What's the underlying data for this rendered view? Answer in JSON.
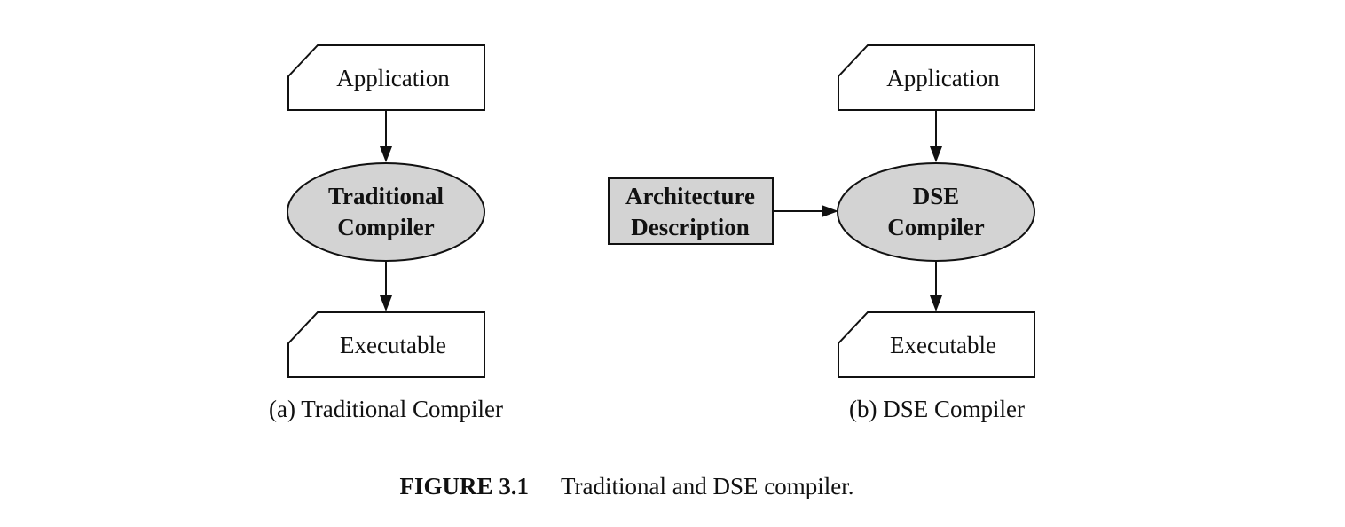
{
  "left_panel": {
    "input_doc": "Application",
    "compiler_line1": "Traditional",
    "compiler_line2": "Compiler",
    "output_doc": "Executable",
    "subcaption": "(a) Traditional Compiler"
  },
  "right_panel": {
    "input_doc": "Application",
    "arch_line1": "Architecture",
    "arch_line2": "Description",
    "compiler_line1": "DSE",
    "compiler_line2": "Compiler",
    "output_doc": "Executable",
    "subcaption": "(b) DSE Compiler"
  },
  "caption": {
    "label": "FIGURE 3.1",
    "text": "Traditional and DSE compiler."
  },
  "colors": {
    "node_fill": "#d3d3d3",
    "stroke": "#111111",
    "background": "#ffffff"
  }
}
